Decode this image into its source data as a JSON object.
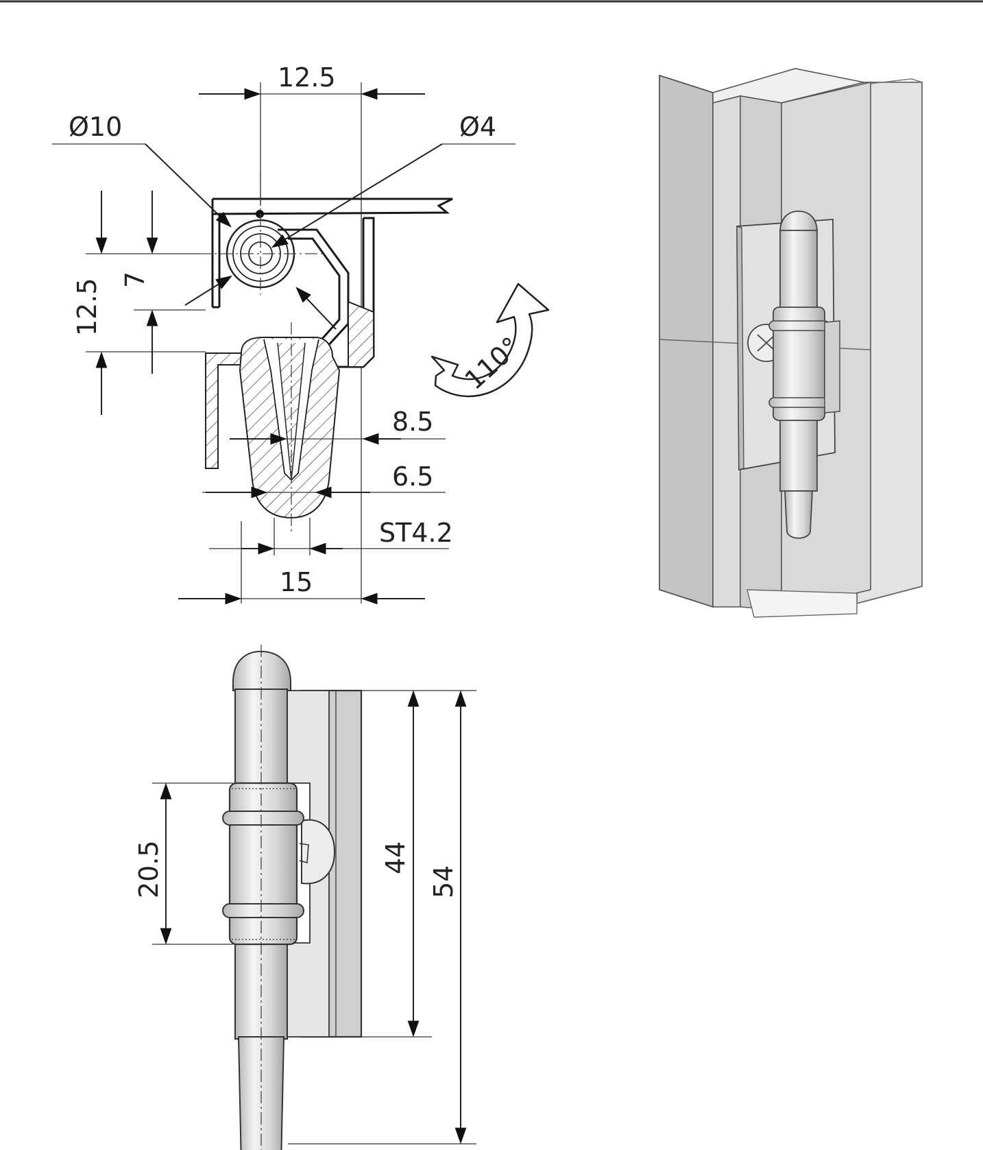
{
  "drawing": {
    "colors": {
      "line": "#222222",
      "hatch": "#444444",
      "part_light": "#e8e8e8",
      "part_mid": "#cfcfcf",
      "part_dark": "#a9a9a9",
      "background": "#ffffff"
    },
    "section_view": {
      "dim_top_width": "12.5",
      "dim_pin_diameter": "Ø10",
      "dim_hole_diameter": "Ø4",
      "dim_left_height": "12.5",
      "dim_inner_height": "7",
      "dim_wing_width": "8.5",
      "dim_tip_width": "6.5",
      "dim_screw": "ST4.2",
      "dim_bottom_width": "15"
    },
    "rotation": {
      "angle_label": "110°"
    },
    "front_view": {
      "dim_barrel_height": "20.5",
      "dim_leaf_height": "44",
      "dim_total_height": "54"
    },
    "iso_view": {
      "icon": "hinge-on-profile-3d"
    }
  }
}
